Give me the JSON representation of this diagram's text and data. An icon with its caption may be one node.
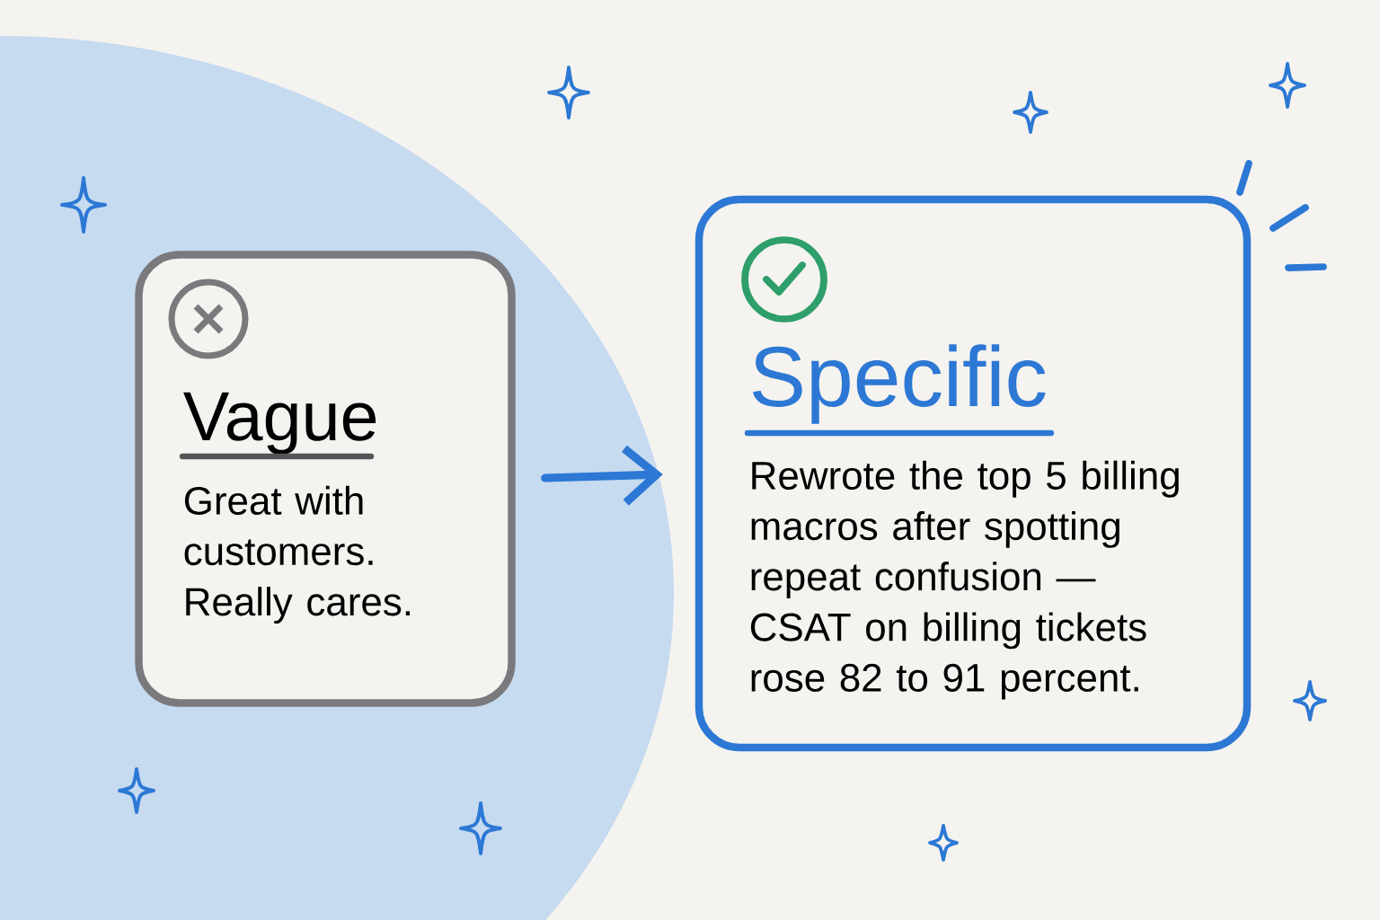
{
  "diagram": {
    "nodes": [
      {
        "text": [
          "Vague",
          "Great with customers. Really cares."
        ]
      },
      {
        "text": [
          "Specific",
          "Rewrote the top 5 billing macros after spotting repeat confusion — CSAT on billing tickets rose 82 to 91 percent."
        ]
      }
    ],
    "edges": [
      {
        "from": 0,
        "to": 1,
        "arrow": "to"
      }
    ]
  }
}
